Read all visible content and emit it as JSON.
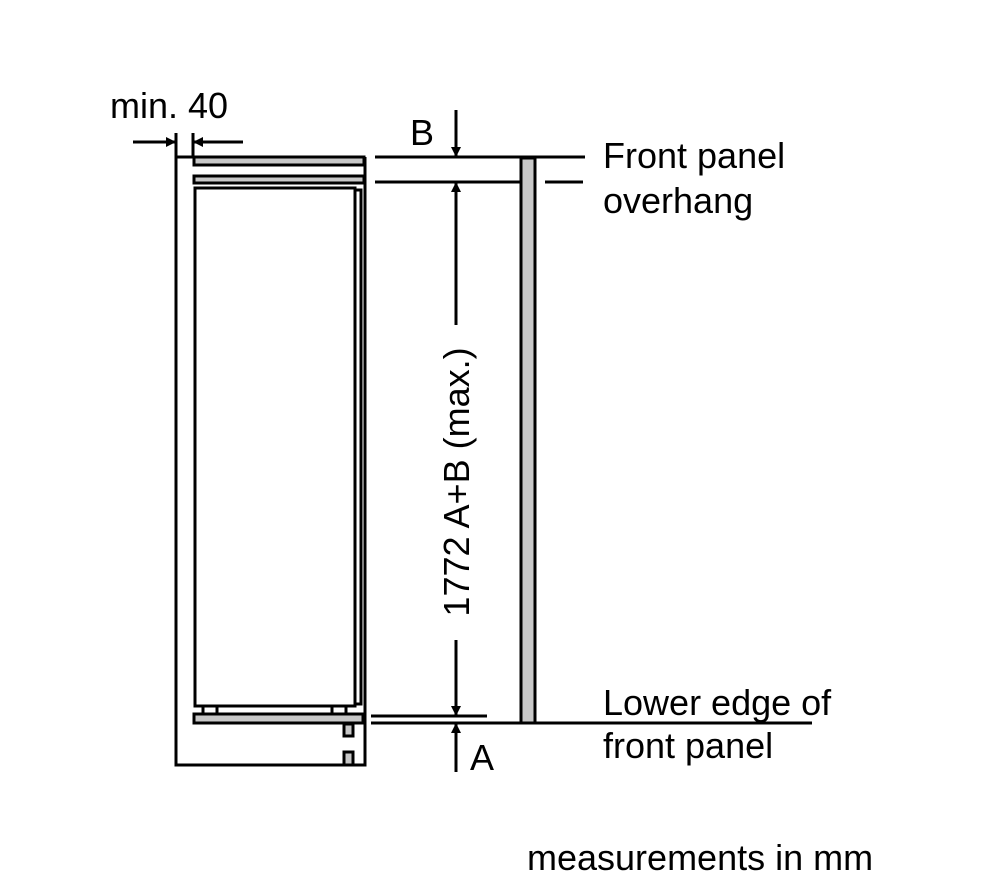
{
  "labels": {
    "min_gap": "min. 40",
    "b": "B",
    "a": "A",
    "height_dim": "1772 A+B (max.)",
    "overhang_line1": "Front panel",
    "overhang_line2": "overhang",
    "lower_edge_line1": "Lower edge of",
    "lower_edge_line2": "front panel",
    "units_note": "measurements in mm"
  },
  "colors": {
    "line": "#000000",
    "panel_fill": "#c8c8c8"
  }
}
